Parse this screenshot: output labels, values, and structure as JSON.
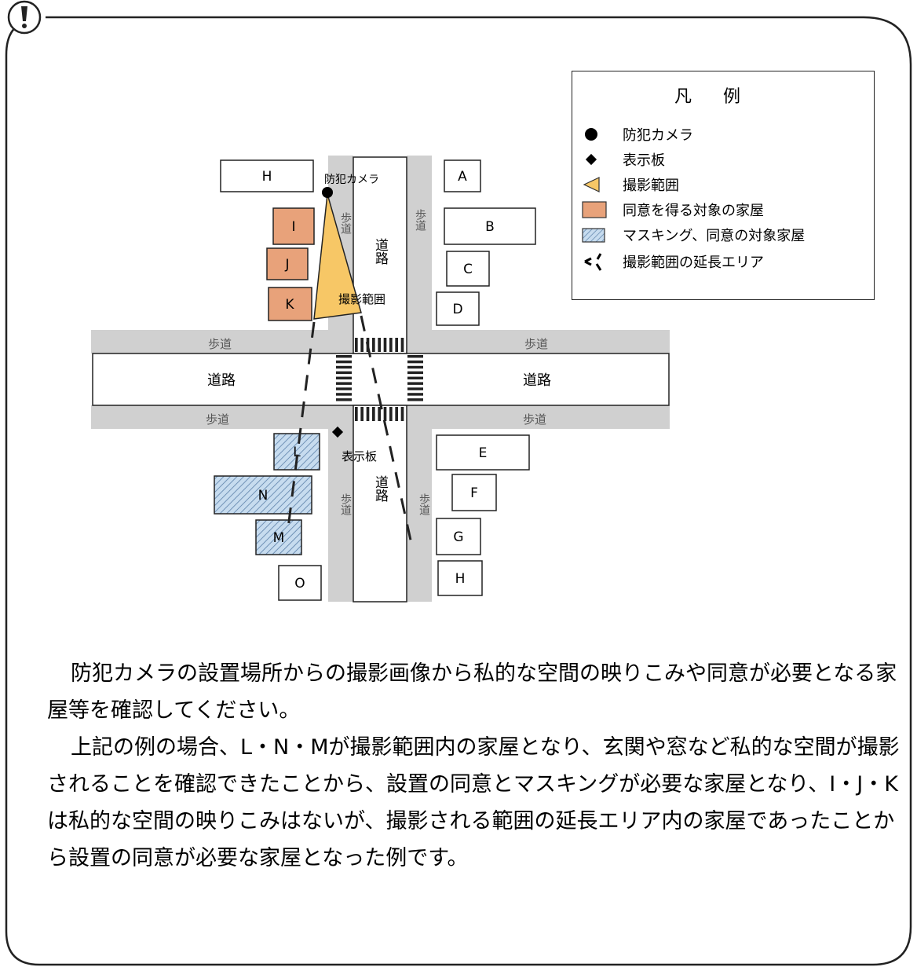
{
  "notice": {
    "icon": "exclamation-circle-icon"
  },
  "legend": {
    "title": "凡例",
    "items": [
      {
        "label": "防犯カメラ",
        "icon": "filled-circle-icon"
      },
      {
        "label": "表示板",
        "icon": "filled-diamond-icon"
      },
      {
        "label": "撮影範囲",
        "icon": "yellow-triangle-icon",
        "color": "#F7C766"
      },
      {
        "label": "同意を得る対象の家屋",
        "icon": "orange-square-icon",
        "color": "#E8A27A"
      },
      {
        "label": "マスキング、同意の対象家屋",
        "icon": "hatched-square-icon",
        "color": "#C7DCEF"
      },
      {
        "label": "撮影範囲の延長エリア",
        "icon": "dashed-lines-icon"
      }
    ]
  },
  "map": {
    "houses": {
      "A": "A",
      "B": "B",
      "C": "C",
      "D": "D",
      "E": "E",
      "F": "F",
      "G": "G",
      "H_top": "H",
      "H_bottom": "H",
      "I": "I",
      "J": "J",
      "K": "K",
      "L": "L",
      "M": "M",
      "N": "N",
      "O": "O"
    },
    "labels": {
      "camera": "防犯カメラ",
      "sign": "表示板",
      "shooting_range": "撮影範囲",
      "road": "道路",
      "sidewalk": "歩道"
    }
  },
  "body": {
    "para1": "防犯カメラの設置場所からの撮影画像から私的な空間の映りこみや同意が必要となる家屋等を確認してください。",
    "para2": "上記の例の場合、L・N・Mが撮影範囲内の家屋となり、玄関や窓など私的な空間が撮影されることを確認できたことから、設置の同意とマスキングが必要な家屋となり、I・J・Kは私的な空間の映りこみはないが、撮影される範囲の延長エリア内の家屋であったことから設置の同意が必要な家屋となった例です。"
  }
}
